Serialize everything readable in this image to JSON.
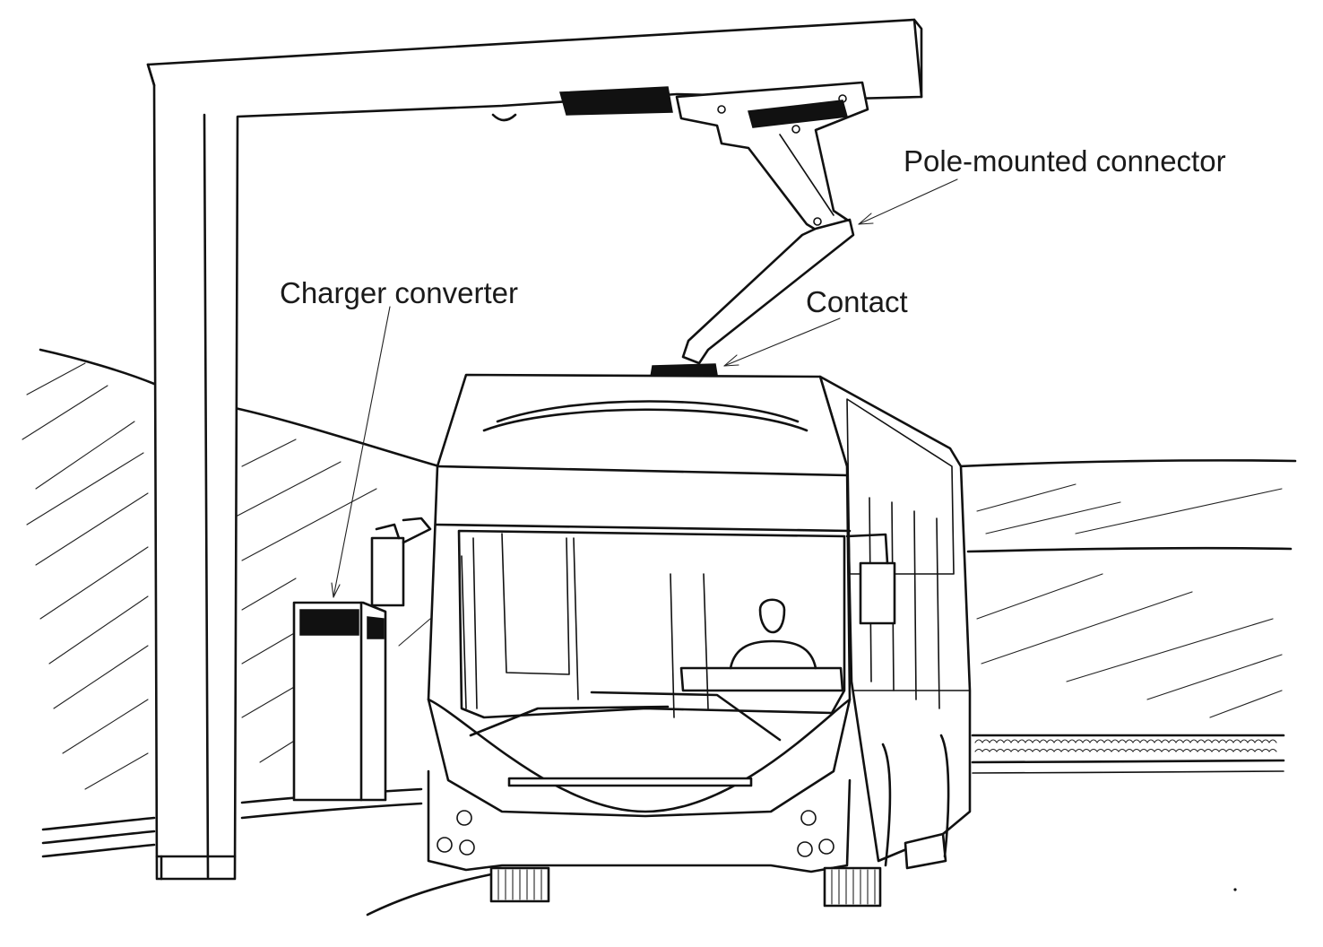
{
  "labels": {
    "pole_connector": "Pole-mounted connector",
    "contact": "Contact",
    "charger_converter": "Charger converter"
  },
  "colors": {
    "ink": "#111111",
    "background": "#ffffff"
  }
}
